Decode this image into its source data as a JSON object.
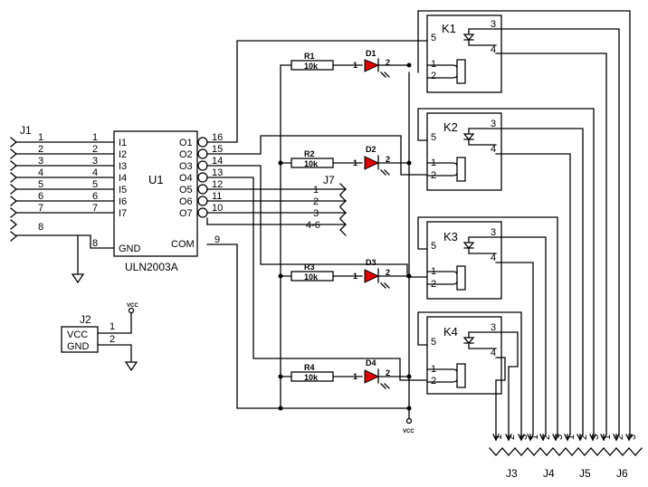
{
  "j1": {
    "ref": "J1",
    "pins": [
      "1",
      "2",
      "3",
      "4",
      "5",
      "6",
      "7",
      "8"
    ]
  },
  "u1": {
    "ref": "U1",
    "value": "ULN2003A",
    "inputs": [
      {
        "num": "1",
        "name": "I1"
      },
      {
        "num": "2",
        "name": "I2"
      },
      {
        "num": "3",
        "name": "I3"
      },
      {
        "num": "4",
        "name": "I4"
      },
      {
        "num": "5",
        "name": "I5"
      },
      {
        "num": "6",
        "name": "I6"
      },
      {
        "num": "7",
        "name": "I7"
      }
    ],
    "gnd": {
      "num": "8",
      "name": "GND"
    },
    "outputs": [
      {
        "num": "16",
        "name": "O1"
      },
      {
        "num": "15",
        "name": "O2"
      },
      {
        "num": "14",
        "name": "O3"
      },
      {
        "num": "13",
        "name": "O4"
      },
      {
        "num": "12",
        "name": "O5"
      },
      {
        "num": "11",
        "name": "O6"
      },
      {
        "num": "10",
        "name": "O7"
      }
    ],
    "com": {
      "num": "9",
      "name": "COM"
    }
  },
  "j7": {
    "ref": "J7",
    "pins": [
      "1",
      "2",
      "3",
      "4-6"
    ]
  },
  "j2": {
    "ref": "J2",
    "label_vcc": "VCC",
    "label_gnd": "GND",
    "pins": [
      "1",
      "2"
    ]
  },
  "vcc_label": "VCC",
  "resistors": [
    {
      "ref": "R1",
      "value": "10k"
    },
    {
      "ref": "R2",
      "value": "10k"
    },
    {
      "ref": "R3",
      "value": "10k"
    },
    {
      "ref": "R4",
      "value": "10k"
    }
  ],
  "leds": [
    {
      "ref": "D1",
      "pin_a": "1",
      "pin_k": "2"
    },
    {
      "ref": "D2",
      "pin_a": "1",
      "pin_k": "2"
    },
    {
      "ref": "D3",
      "pin_a": "1",
      "pin_k": "2"
    },
    {
      "ref": "D4",
      "pin_a": "1",
      "pin_k": "2"
    }
  ],
  "relays": [
    {
      "ref": "K1",
      "pins": [
        "5",
        "3",
        "4",
        "1",
        "2"
      ]
    },
    {
      "ref": "K2",
      "pins": [
        "5",
        "3",
        "4",
        "1",
        "2"
      ]
    },
    {
      "ref": "K3",
      "pins": [
        "5",
        "3",
        "4",
        "1",
        "2"
      ]
    },
    {
      "ref": "K4",
      "pins": [
        "5",
        "3",
        "4",
        "1",
        "2"
      ]
    }
  ],
  "terminals": [
    {
      "ref": "J3",
      "pins": [
        "1",
        "2",
        "3"
      ]
    },
    {
      "ref": "J4",
      "pins": [
        "1",
        "2",
        "3"
      ]
    },
    {
      "ref": "J5",
      "pins": [
        "1",
        "2",
        "3"
      ]
    },
    {
      "ref": "J6",
      "pins": [
        "1",
        "2",
        "3"
      ]
    }
  ]
}
